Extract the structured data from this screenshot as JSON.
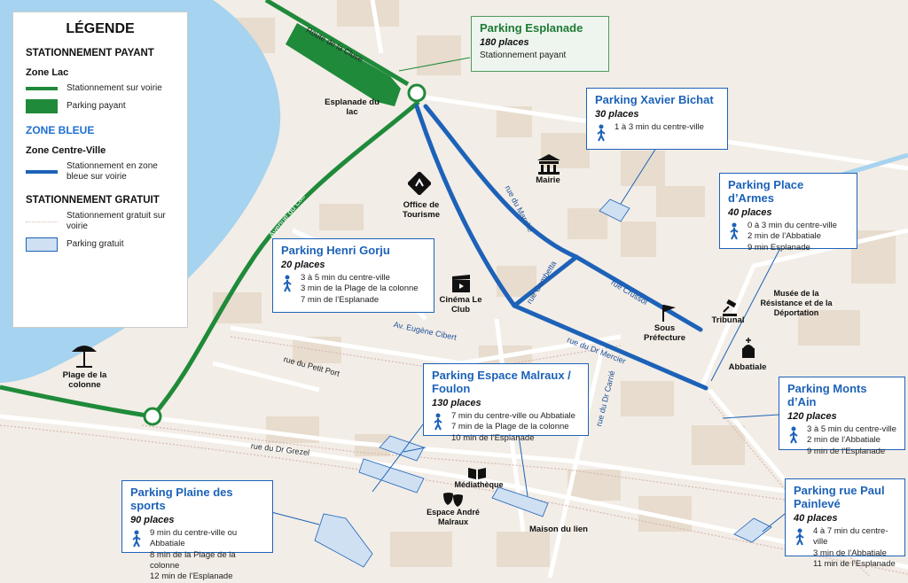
{
  "legend": {
    "title": "LÉGENDE",
    "paid_heading": "STATIONNEMENT PAYANT",
    "lake_zone": "Zone Lac",
    "street_paid": "Stationnement sur voirie",
    "paid_parking": "Parking payant",
    "blue_zone": "ZONE BLEUE",
    "city_zone": "Zone Centre-Ville",
    "blue_street": "Stationnement en zone bleue sur voirie",
    "free_heading": "STATIONNEMENT GRATUIT",
    "free_street": "Stationnement gratuit sur voirie",
    "free_parking": "Parking gratuit"
  },
  "parkings": {
    "esplanade": {
      "title": "Parking Esplanade",
      "places": "180 places",
      "sub": "Stationnement payant"
    },
    "bichat": {
      "title": "Parking Xavier Bichat",
      "places": "30 places",
      "lines": [
        "1 à 3 min du centre-ville"
      ]
    },
    "armes": {
      "title": "Parking Place d’Armes",
      "places": "40 places",
      "lines": [
        "0 à 3 min du centre-ville",
        "2 min de l’Abbatiale",
        "9 min Esplanade"
      ]
    },
    "gorju": {
      "title": "Parking Henri Gorju",
      "places": "20 places",
      "lines": [
        "3 à 5 min du centre-ville",
        "3 min de la Plage de la colonne",
        "7 min de l’Esplanade"
      ]
    },
    "malraux": {
      "title": "Parking Espace Malraux / Foulon",
      "places": "130 places",
      "lines": [
        "7 min du centre-ville ou Abbatiale",
        "7 min de la Plage de la colonne",
        "10 min de l’Esplanade"
      ]
    },
    "montsain": {
      "title": "Parking Monts d’Ain",
      "places": "120 places",
      "lines": [
        "3 à 5 min du centre-ville",
        "2 min de l’Abbatiale",
        "9 min de l’Esplanade"
      ]
    },
    "sports": {
      "title": "Parking Plaine des sports",
      "places": "90 places",
      "lines": [
        "9 min du centre-ville ou Abbatiale",
        "8 min de la Plage de la colonne",
        "12 min de l’Esplanade"
      ]
    },
    "painleve": {
      "title": "Parking rue Paul Painlevé",
      "places": "40 places",
      "lines": [
        "4 à 7 min du centre-ville",
        "3 min de l’Abbatiale",
        "11 min de l’Esplanade"
      ]
    }
  },
  "places": {
    "esplanade_lac": "Esplanade du lac",
    "office": "Office de Tourisme",
    "mairie": "Mairie",
    "cinema": "Cinéma Le Club",
    "sous_pref": "Sous Préfecture",
    "tribunal": "Tribunal",
    "musee": "Musée de la Résistance et de la Déportation",
    "abbatiale": "Abbatiale",
    "plage": "Plage de la colonne",
    "mediatheque": "Médiathèque",
    "espace_malraux": "Espace André Malraux",
    "maison_lien": "Maison du lien"
  },
  "streets": {
    "cluse": "Route de la Cluse",
    "avenue_lac": "Avenue du Lac",
    "marche": "rue du Marché",
    "gambetta": "rue Gambetta",
    "crussol": "rue Crussol",
    "mercier": "rue du Dr Mercier",
    "cibert": "Av. Eugène Cibert",
    "petit_port": "rue du Petit Port",
    "carrie": "rue du Dr Carrié",
    "grezel": "rue du Dr Grezel"
  },
  "colors": {
    "lake": "#a6d3ef",
    "green": "#1f8a3a",
    "blue": "#1d62b8",
    "land": "#f2ede6",
    "block": "#e7dccd",
    "free_fill": "#cfe0f3"
  }
}
